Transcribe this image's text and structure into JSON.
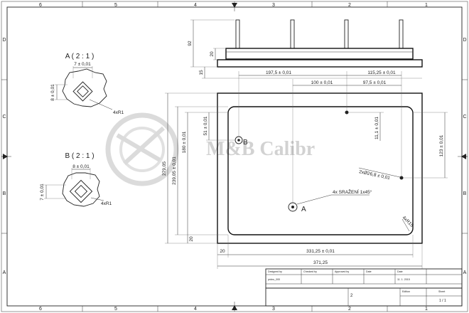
{
  "zones": {
    "columns": [
      "6",
      "5",
      "4",
      "3",
      "2",
      "1"
    ],
    "rows": [
      "D",
      "C",
      "B",
      "A"
    ]
  },
  "watermark": "M&B Calibr",
  "detail_a": {
    "title": "A ( 2 : 1 )",
    "width": "7 ± 0,01",
    "height": "8 ± 0,01",
    "radius": "4xR1"
  },
  "detail_b": {
    "title": "B ( 2 : 1 )",
    "width": "8 ± 0,01",
    "height": "7 ± 0,01",
    "radius": "4xR1"
  },
  "side_view": {
    "pin_height": "92",
    "plate_thickness": "20",
    "base_thickness": "15"
  },
  "top_view": {
    "dim_197": "197,5 ± 0,01",
    "dim_115": "115,25 ± 0,01",
    "dim_100": "100 ± 0,01",
    "dim_97": "97,5 ± 0,01",
    "dim_51": "51 ± 0,01",
    "dim_11": "11,1 ± 0,01",
    "dim_123": "123 ± 0,01",
    "dim_180": "180 ± 0,01",
    "dim_239": "239,05 ± 0,01",
    "dim_279": "279,05",
    "dim_20_left": "20",
    "dim_20_bottom": "20",
    "dim_331": "331,25 ± 0,01",
    "dim_371": "371,25",
    "dia_note": "2xØ26,8 ± 0,01",
    "chamfer_note": "4x SRAŽENÍ 1x45°",
    "corner_radius": "4xR15",
    "label_a": "A",
    "label_b": "B"
  },
  "title_block": {
    "designed_by_label": "Designed by",
    "checked_by_label": "Checked by",
    "approved_by_label": "Approved by",
    "date_label": "Date",
    "date_label_2": "Date",
    "designer": "prdnu_000",
    "date": "11. 1. 2015",
    "sheet_number": "2",
    "edition_label": "Edition",
    "sheet_label": "Sheet",
    "sheet_value": "1 / 1"
  }
}
